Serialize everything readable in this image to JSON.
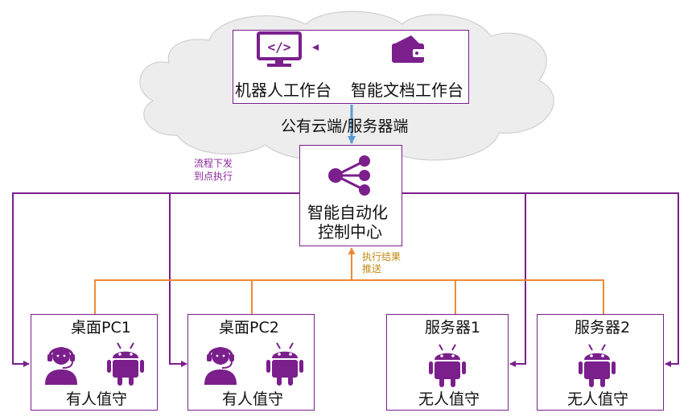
{
  "colors": {
    "purple": "#7a1f8c",
    "icon_purple": "#7a1f8c",
    "blue_arrow": "#5b9bd5",
    "orange": "#ed8a35",
    "cloud_fill": "#ededed",
    "flow_label": "#8b2a9a",
    "result_label": "#c28a12"
  },
  "cloud": {
    "workbench_robot": "机器人工作台",
    "workbench_doc": "智能文档工作台",
    "caption": "公有云端/服务器端"
  },
  "flow_label_line1": "流程下发",
  "flow_label_line2": "到点执行",
  "center": {
    "line1": "智能自动化",
    "line2": "控制中心"
  },
  "result_label_line1": "执行结果",
  "result_label_line2": "推送",
  "nodes": [
    {
      "title": "桌面PC1",
      "caption": "有人值守",
      "icons": [
        "headset-person-icon",
        "android-icon"
      ]
    },
    {
      "title": "桌面PC2",
      "caption": "有人值守",
      "icons": [
        "headset-person-icon",
        "android-icon"
      ]
    },
    {
      "title": "服务器1",
      "caption": "无人值守",
      "icons": [
        "android-icon"
      ]
    },
    {
      "title": "服务器2",
      "caption": "无人值守",
      "icons": [
        "android-icon"
      ]
    }
  ]
}
